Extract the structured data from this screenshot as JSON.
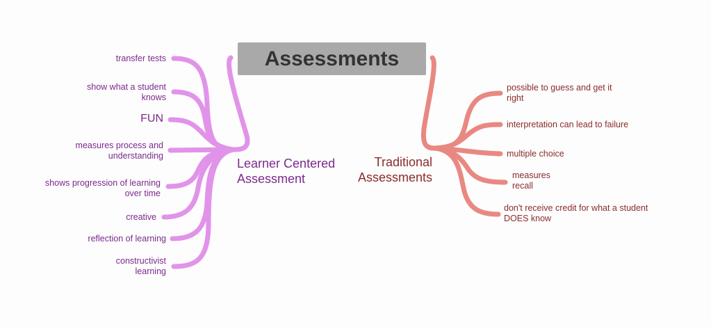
{
  "central": {
    "label": "Assessments"
  },
  "left_branch": {
    "label_line1": "Learner Centered",
    "label_line2": "Assessment",
    "color": "#e08ee8",
    "items": [
      {
        "line1": "transfer tests"
      },
      {
        "line1": "show what a student",
        "line2": "knows"
      },
      {
        "line1": "FUN"
      },
      {
        "line1": "measures process and",
        "line2": "understanding"
      },
      {
        "line1": "shows progression of learning",
        "line2": "over time"
      },
      {
        "line1": "creative"
      },
      {
        "line1": "reflection of learning"
      },
      {
        "line1": "constructivist",
        "line2": "learning"
      }
    ]
  },
  "right_branch": {
    "label_line1": "Traditional",
    "label_line2": "Assessments",
    "color": "#e8827c",
    "items": [
      {
        "line1": "possible to guess and get it",
        "line2": "right"
      },
      {
        "line1": "interpretation can lead to failure"
      },
      {
        "line1": "multiple choice"
      },
      {
        "line1": "measures",
        "line2": "recall"
      },
      {
        "line1": "don't receive credit for what a student",
        "line2": "DOES know"
      }
    ]
  }
}
